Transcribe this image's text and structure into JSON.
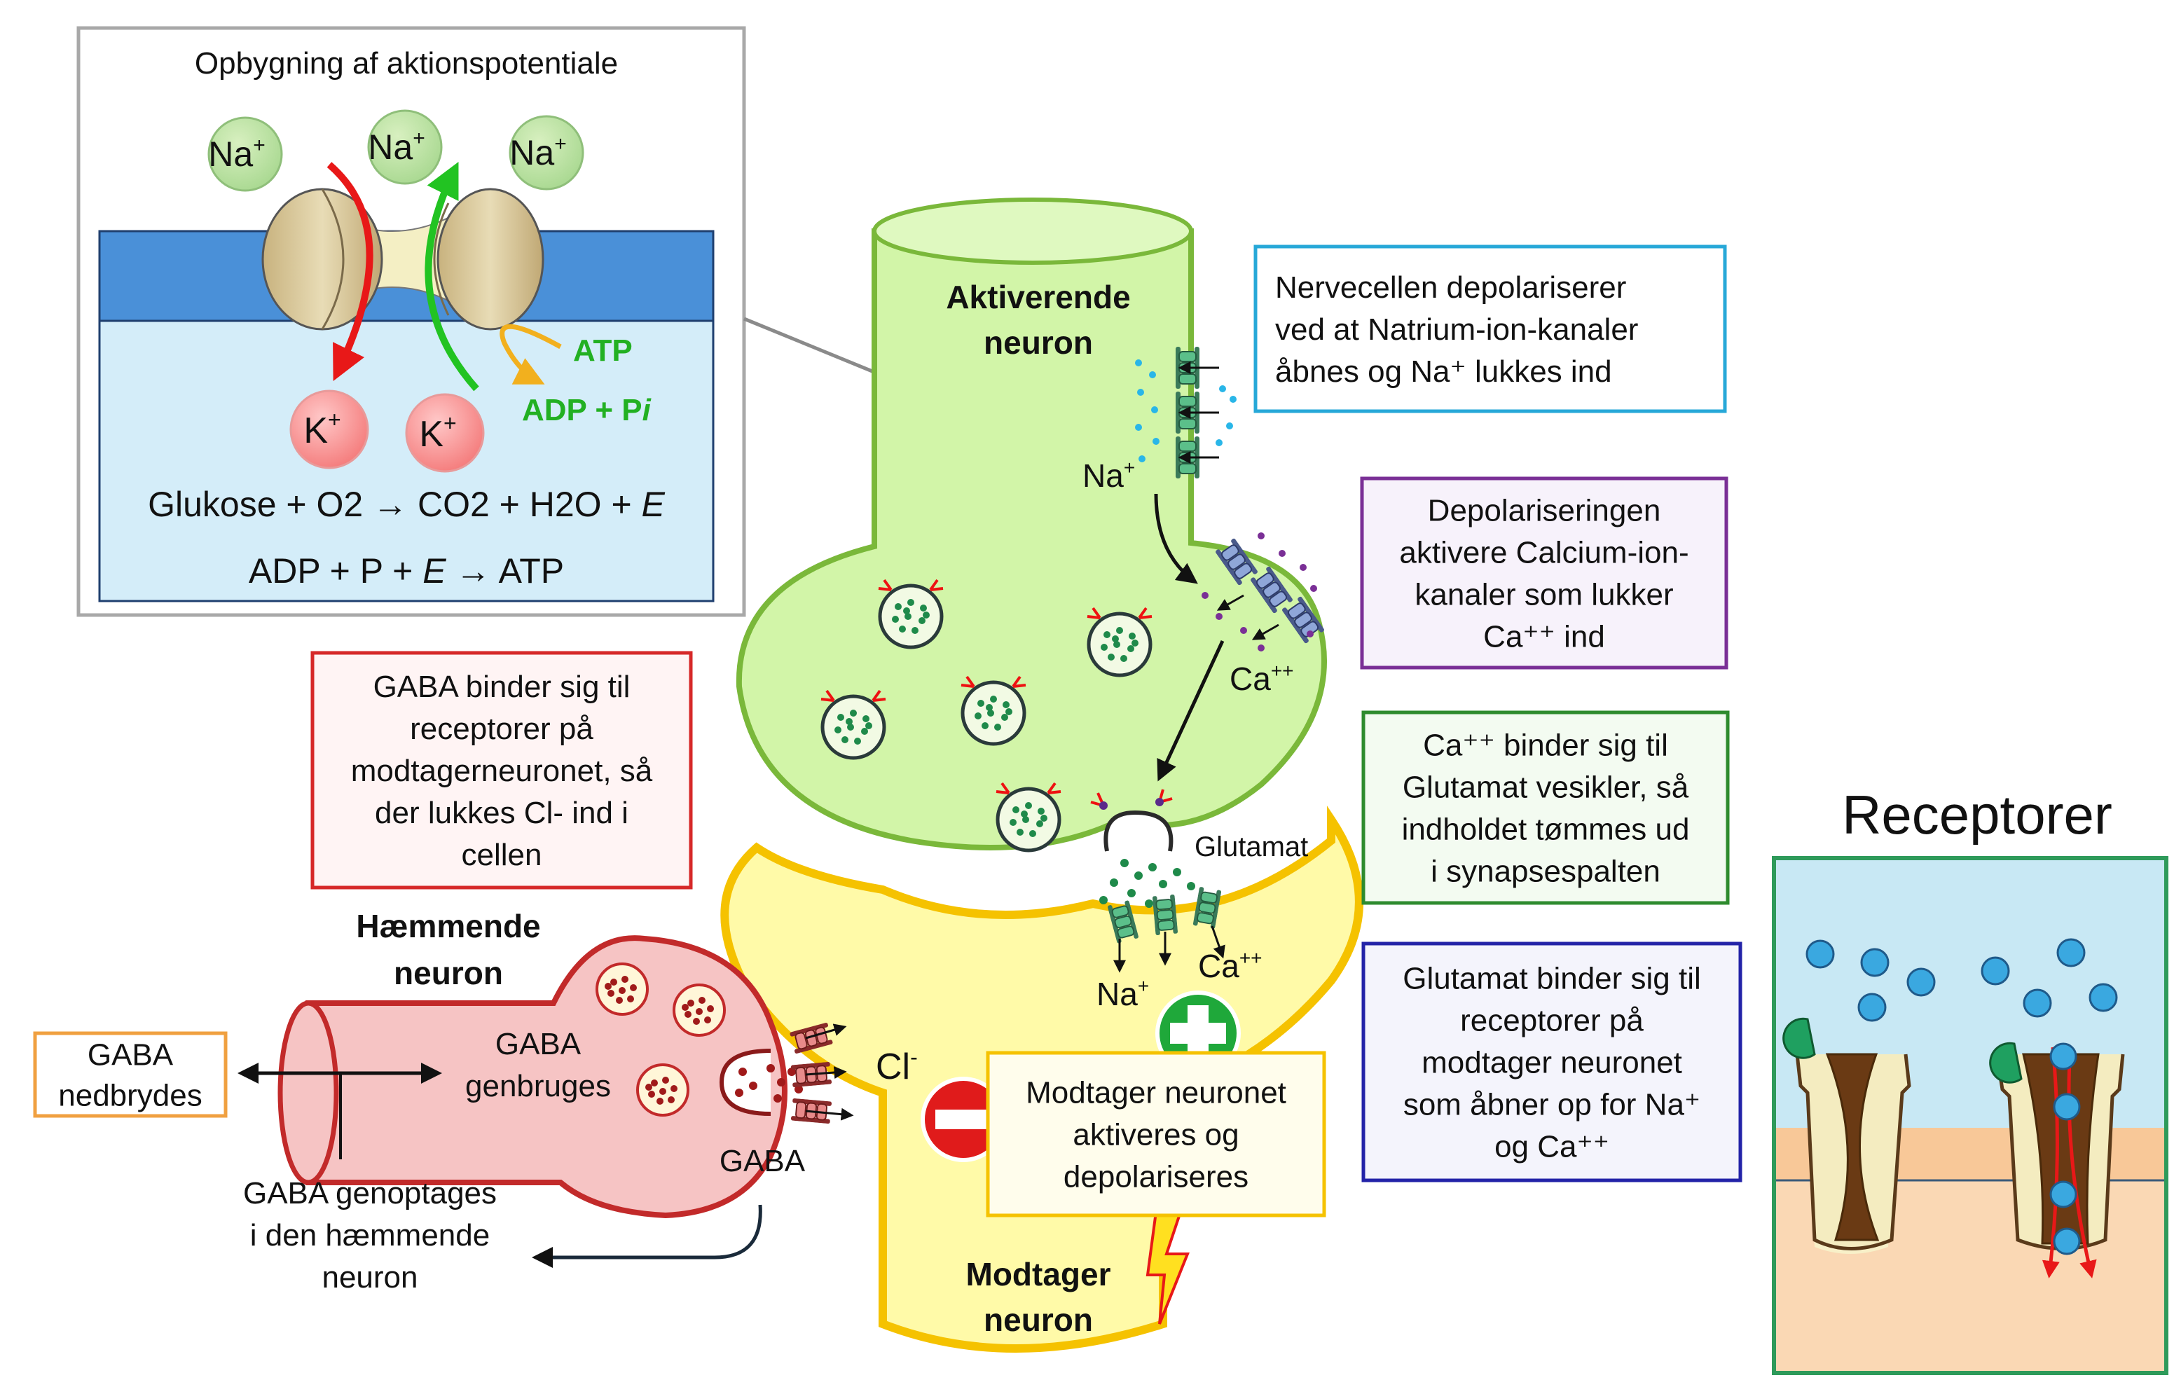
{
  "inset": {
    "title": "Opbygning af aktionspotentiale",
    "na_ion": "Na",
    "k_ion": "K",
    "plus": "+",
    "atp": "ATP",
    "adp_pi_main": "ADP + P",
    "adp_pi_italic": "i",
    "eq1_left": "Glukose + O2 → CO2 + H2O + ",
    "eq2_left": "ADP + P + ",
    "eq2_right": " → ATP",
    "energy": "E"
  },
  "neurons": {
    "activating_line1": "Aktiverende",
    "activating_line2": "neuron",
    "receiving_line1": "Modtager",
    "receiving_line2": "neuron",
    "inhibiting_line1": "Hæmmende",
    "inhibiting_line2": "neuron"
  },
  "labels": {
    "na": "Na",
    "na_sup": "+",
    "ca": "Ca",
    "ca_sup": "++",
    "cl": "Cl",
    "cl_sup": "-",
    "glutamat": "Glutamat",
    "gaba": "GABA",
    "gaba_recycled_line1": "GABA",
    "gaba_recycled_line2": "genbruges",
    "gaba_reuptake_line1": "GABA genoptages",
    "gaba_reuptake_line2": "i den hæmmende",
    "gaba_reuptake_line3": "neuron"
  },
  "boxes": {
    "box_blue": [
      "Nervecellen depolariserer",
      "ved at Natrium-ion-kanaler",
      "åbnes og Na⁺ lukkes ind"
    ],
    "box_purple": [
      "Depolariseringen",
      "aktivere Calcium-ion-",
      "kanaler som lukker",
      "Ca⁺⁺ ind"
    ],
    "box_green": [
      "Ca⁺⁺ binder sig til",
      "Glutamat vesikler, så",
      "indholdet tømmes ud",
      "i synapsespalten"
    ],
    "box_navy": [
      "Glutamat binder sig til",
      "receptorer på",
      "modtager neuronet",
      "som åbner op for Na⁺",
      "og Ca⁺⁺"
    ],
    "box_red": [
      "GABA binder sig til",
      "receptorer på",
      "modtagerneuronet, så",
      "der lukkes Cl- ind i",
      "cellen"
    ],
    "box_orange": [
      "GABA",
      "nedbrydes"
    ],
    "box_yellow": [
      "Modtager neuronet",
      "aktiveres og",
      "depolariseres"
    ]
  },
  "receptors_panel": {
    "title": "Receptorer"
  },
  "colors": {
    "green_neuron": "#d2f5a8",
    "yellow_neuron": "#fffaa8",
    "pink_neuron": "#f6c4c4",
    "box_blue": "#27a8d8",
    "box_purple": "#7a2f96",
    "box_green": "#2e8b2e",
    "box_navy": "#2323a8",
    "box_red": "#d62828",
    "box_orange": "#f0a040"
  }
}
